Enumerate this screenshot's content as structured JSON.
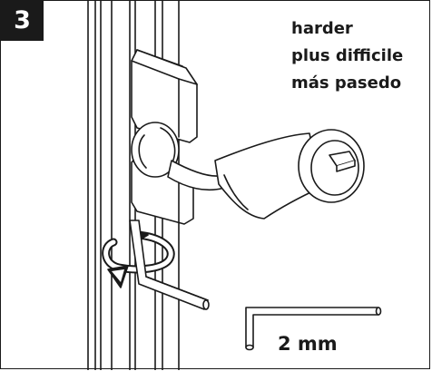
{
  "step": {
    "number": "3"
  },
  "caption": {
    "english": "harder",
    "french": "plus difficile",
    "spanish": "más pasedo"
  },
  "tool": {
    "size_label": "2 mm"
  }
}
